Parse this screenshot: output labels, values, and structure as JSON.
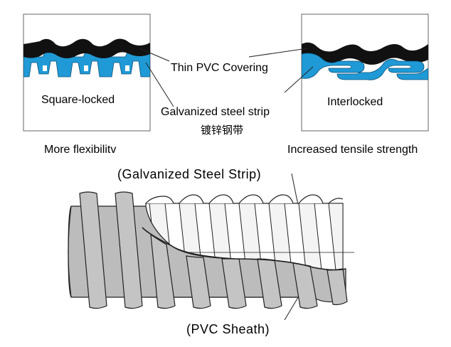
{
  "labels": {
    "thin_pvc_covering": "Thin PVC Covering",
    "square_locked": "Square-locked",
    "interlocked": "Interlocked",
    "galvanized_steel_strip": "Galvanized steel strip",
    "galvanized_steel_strip_cn": "镀锌钢带",
    "more_flexibility": "More flexibilitv",
    "increased_tensile_strength": "Increased tensile strength",
    "galvanized_steel_strip_callout": "(Galvanized Steel Strip)",
    "pvc_sheath_callout": "(PVC Sheath)"
  },
  "colors": {
    "pvc_black": "#111111",
    "steel_blue": "#1f9ad6",
    "sheath_gray": "#bcbcbc",
    "steel_light": "#ffffff",
    "outline": "#222222"
  }
}
